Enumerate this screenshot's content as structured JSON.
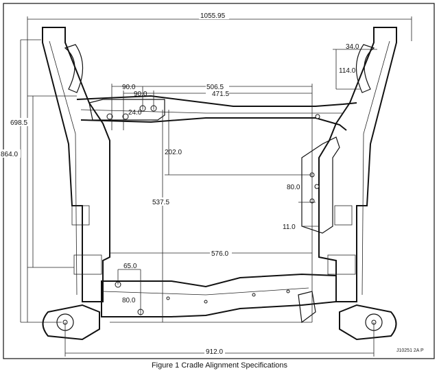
{
  "figure": {
    "caption": "Figure 1 Cradle Alignment Specifications",
    "reference": "J10251 2A P"
  },
  "dimensions": {
    "overall_width": "1055.95",
    "upper_right_horizontal": "34.0",
    "upper_right_vertical": "114.0",
    "front_hole_spacing_1": "90.0",
    "front_hole_spacing_2": "90.0",
    "front_span_1": "506.5",
    "front_span_2": "471.5",
    "hole_offset": "24.0",
    "front_to_mid": "202.0",
    "left_height_1": "698.5",
    "left_height_2": "864.0",
    "right_bracket_vertical": "80.0",
    "right_bracket_offset": "11.0",
    "center_height": "537.5",
    "rear_span": "576.0",
    "rear_left_horizontal": "65.0",
    "rear_left_vertical": "80.0",
    "rear_mount_span": "912.0"
  }
}
